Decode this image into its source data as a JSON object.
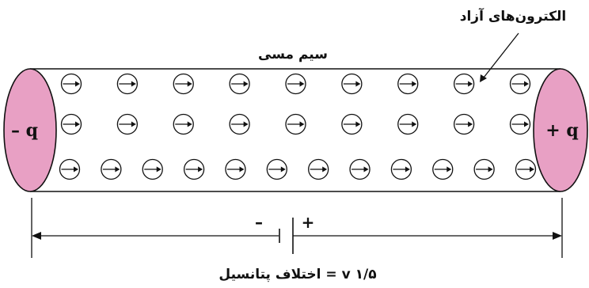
{
  "labels": {
    "wire": "سیم مسی",
    "free_electrons": "الکترون‌های آزاد",
    "left_charge": "– q",
    "right_charge": "+ q",
    "battery_minus": "–",
    "battery_plus": "+",
    "potential_difference": "۱/۵ v = اختلاف پتانسیل"
  },
  "electrons": {
    "symbol": "electron-arrow-icon",
    "direction": "right",
    "rows": [
      {
        "count": 9
      },
      {
        "count": 9
      },
      {
        "count": 12
      }
    ]
  },
  "colors": {
    "wire_end": "#e8a0c4",
    "line": "#111111",
    "background": "#ffffff"
  }
}
